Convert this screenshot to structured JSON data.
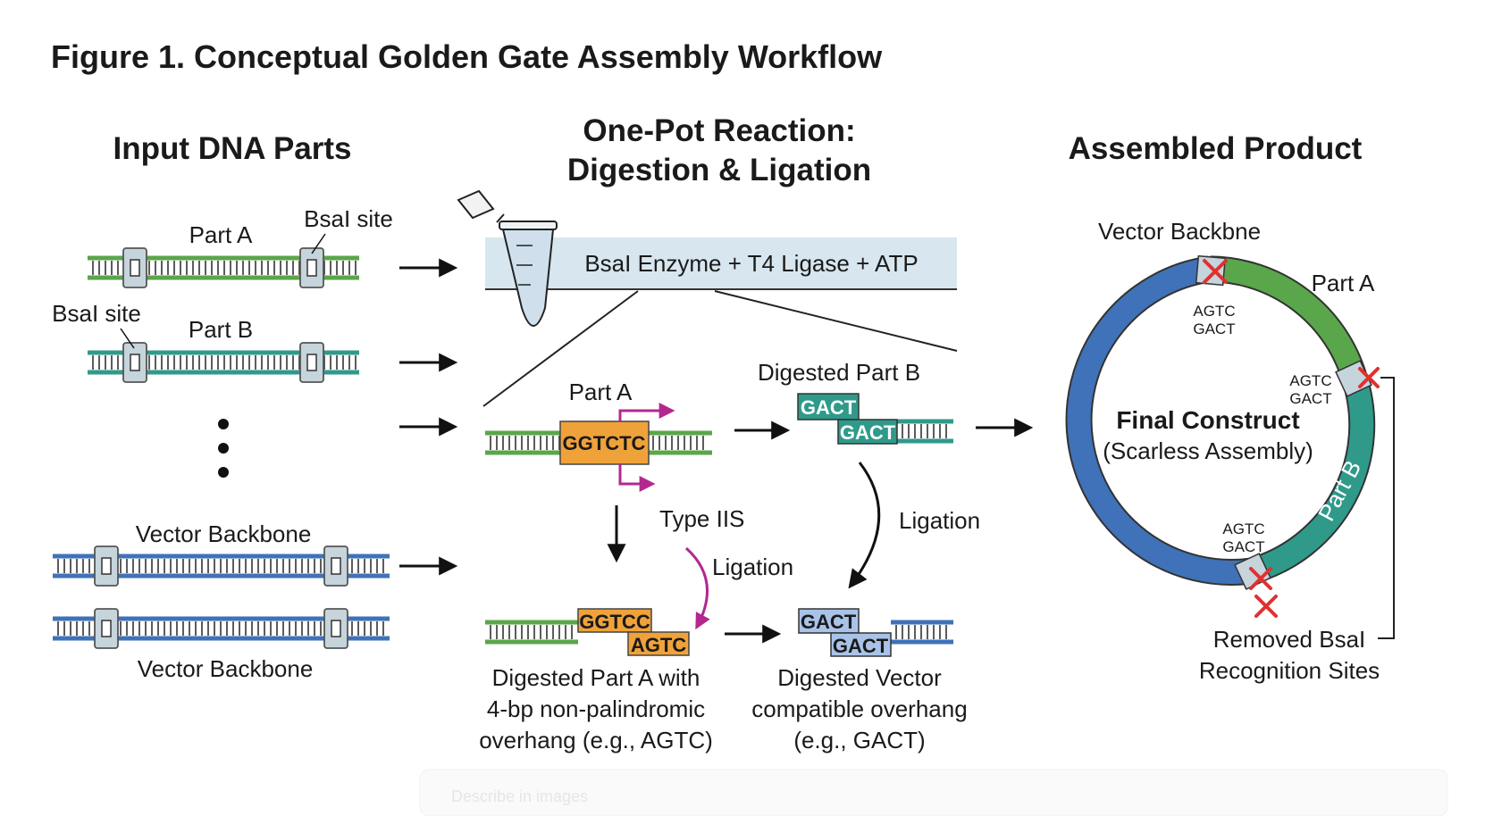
{
  "title": "Figure 1. Conceptual Golden Gate Assembly Workflow",
  "top_faint_text": "",
  "bottom_faint_text": "Describe in images",
  "columns": {
    "input": {
      "heading": "Input DNA Parts",
      "part_a": "Part A",
      "part_b": "Part B",
      "bsai_site_top": "BsaI site",
      "bsai_site_left": "BsaI site",
      "vector_top": "Vector Backbone",
      "vector_bottom": "Vector Backbone"
    },
    "reaction": {
      "heading_line1": "One-Pot Reaction:",
      "heading_line2": "Digestion & Ligation",
      "mix": "BsaI Enzyme + T4 Ligase + ATP",
      "part_a": "Part A",
      "recognition_seq": "GGTCTC",
      "type_iis": "Type IIS",
      "digested_part_b": "Digested Part B",
      "overhang_b_top": "GACT",
      "overhang_b_bottom": "GACT",
      "ligation_right": "Ligation",
      "ligation_mid": "Ligation",
      "cut_a_top": "GGTCC",
      "cut_a_bottom": "AGTC",
      "vec_top": "GACT",
      "vec_bottom": "GACT",
      "caption_a": [
        "Digested Part A with",
        "4-bp non-palindromic",
        "overhang (e.g., AGTC)"
      ],
      "caption_vec": [
        "Digested Vector",
        "compatible overhang",
        "(e.g., GACT)"
      ]
    },
    "product": {
      "heading": "Assembled Product",
      "vector_label": "Vector Backbne",
      "part_a": "Part A",
      "part_b": "Part B",
      "center_line1": "Final Construct",
      "center_line2": "(Scarless Assembly)",
      "junction_top_1": "AGTC",
      "junction_top_2": "GACT",
      "junction_right_1": "AGTC",
      "junction_right_2": "GACT",
      "junction_bottom_1": "AGTC",
      "junction_bottom_2": "GACT",
      "removed_line1": "Removed BsaI",
      "removed_line2": "Recognition Sites"
    }
  },
  "colors": {
    "green": "#5aa64a",
    "teal": "#2f9a8a",
    "blue": "#3f72b8",
    "orange": "#f0a23a",
    "magenta": "#b3288f",
    "red": "#e03030",
    "site": "#c6d4dc",
    "band": "#d7e6ef"
  }
}
